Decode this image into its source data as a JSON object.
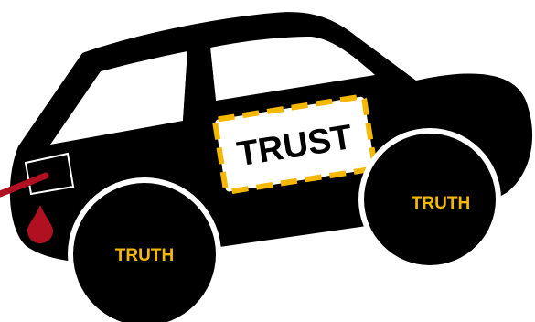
{
  "car": {
    "door_label": "TRUST",
    "front_wheel_label": "TRUTH",
    "rear_wheel_label": "TRUTH"
  },
  "colors": {
    "body": "#000000",
    "window": "#ffffff",
    "badge_border": "#f5b800",
    "wheel_text": "#f5b800",
    "fuel_hose": "#b01020",
    "fuel_drop": "#b01020"
  },
  "icons": {
    "car": "car-silhouette",
    "fuel_hose": "fuel-hose-icon",
    "fuel_drop": "fuel-drop-icon"
  }
}
